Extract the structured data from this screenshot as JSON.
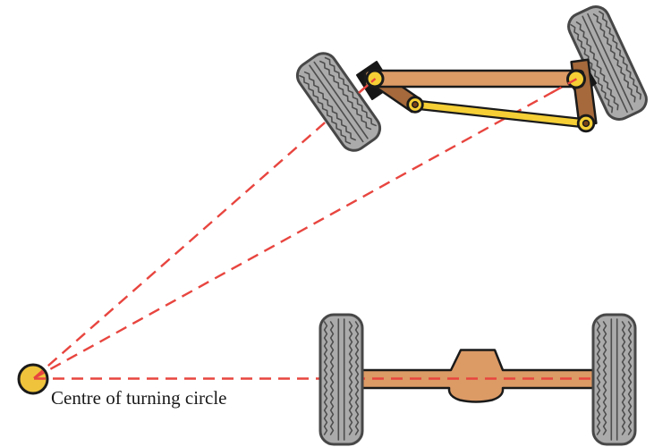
{
  "label": {
    "text": "Centre of turning circle"
  },
  "parts": {
    "turning_centre": "turning-centre-point",
    "radius_lines": [
      "radius-line-to-front-left-kingpin",
      "radius-line-to-front-right-kingpin",
      "rear-axle-extension-line"
    ],
    "front_axle": [
      "front-axle-beam",
      "front-left-knuckle",
      "front-right-knuckle",
      "front-left-kingpin",
      "front-right-kingpin",
      "tie-rod",
      "tie-rod-left-pivot",
      "tie-rod-right-pivot"
    ],
    "rear_axle": "rear-axle-with-differential",
    "wheels": [
      "front-left-wheel",
      "front-right-wheel",
      "rear-left-wheel",
      "rear-right-wheel"
    ]
  },
  "colors": {
    "background": "#ffffff",
    "dash_red": "#e8453f",
    "tire_gray": "#ababab",
    "tire_outline": "#474747",
    "tread": "#4d4d4d",
    "axle_tan": "#dc9a65",
    "knuckle_brown": "#a5693b",
    "hub_black": "#161616",
    "link_yellow": "#f5cf35",
    "centre_yellow": "#efc43c",
    "pivot_hole": "#7a4418",
    "outline_black": "#1a1a1a",
    "label_color": "#1a1a1a"
  }
}
